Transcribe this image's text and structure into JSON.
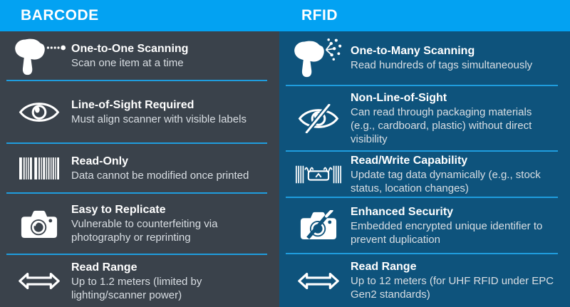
{
  "header": {
    "left_label": "BARCODE",
    "right_label": "RFID"
  },
  "colors": {
    "header_blue": "#03A2F2",
    "left_column_bg": "#3A424B",
    "right_column_bg": "#0E537C",
    "divider_blue": "#1F9DDE",
    "title_text": "#FFFFFF",
    "description_text": "#D9DEE3"
  },
  "columns": [
    {
      "name": "BARCODE",
      "rows": [
        {
          "icon": "barcode-scanner-icon",
          "title": "One-to-One Scanning",
          "desc": "Scan one item at a time"
        },
        {
          "icon": "eye-icon",
          "title": "Line-of-Sight Required",
          "desc": "Must align scanner with visible labels"
        },
        {
          "icon": "barcode-icon",
          "title": "Read-Only",
          "desc": "Data cannot be modified once printed"
        },
        {
          "icon": "camera-icon",
          "title": "Easy to Replicate",
          "desc": "Vulnerable to counterfeiting via photography or reprinting"
        },
        {
          "icon": "double-arrow-icon",
          "title": "Read Range",
          "desc": "Up to 1.2 meters (limited by lighting/scanner power)"
        }
      ]
    },
    {
      "name": "RFID",
      "rows": [
        {
          "icon": "rfid-scanner-icon",
          "title": "One-to-Many Scanning",
          "desc": "Read hundreds of tags simultaneously"
        },
        {
          "icon": "eye-slash-icon",
          "title": "Non-Line-of-Sight",
          "desc": "Can read through packaging materials (e.g., cardboard, plastic) without direct visibility"
        },
        {
          "icon": "rfid-tag-icon",
          "title": "Read/Write Capability",
          "desc": "Update tag data dynamically (e.g., stock status, location changes)"
        },
        {
          "icon": "camera-slash-icon",
          "title": "Enhanced Security",
          "desc": "Embedded encrypted unique identifier to prevent duplication"
        },
        {
          "icon": "double-arrow-icon",
          "title": "Read Range",
          "desc": "Up to 12 meters (for UHF RFID under EPC Gen2 standards)"
        }
      ]
    }
  ]
}
